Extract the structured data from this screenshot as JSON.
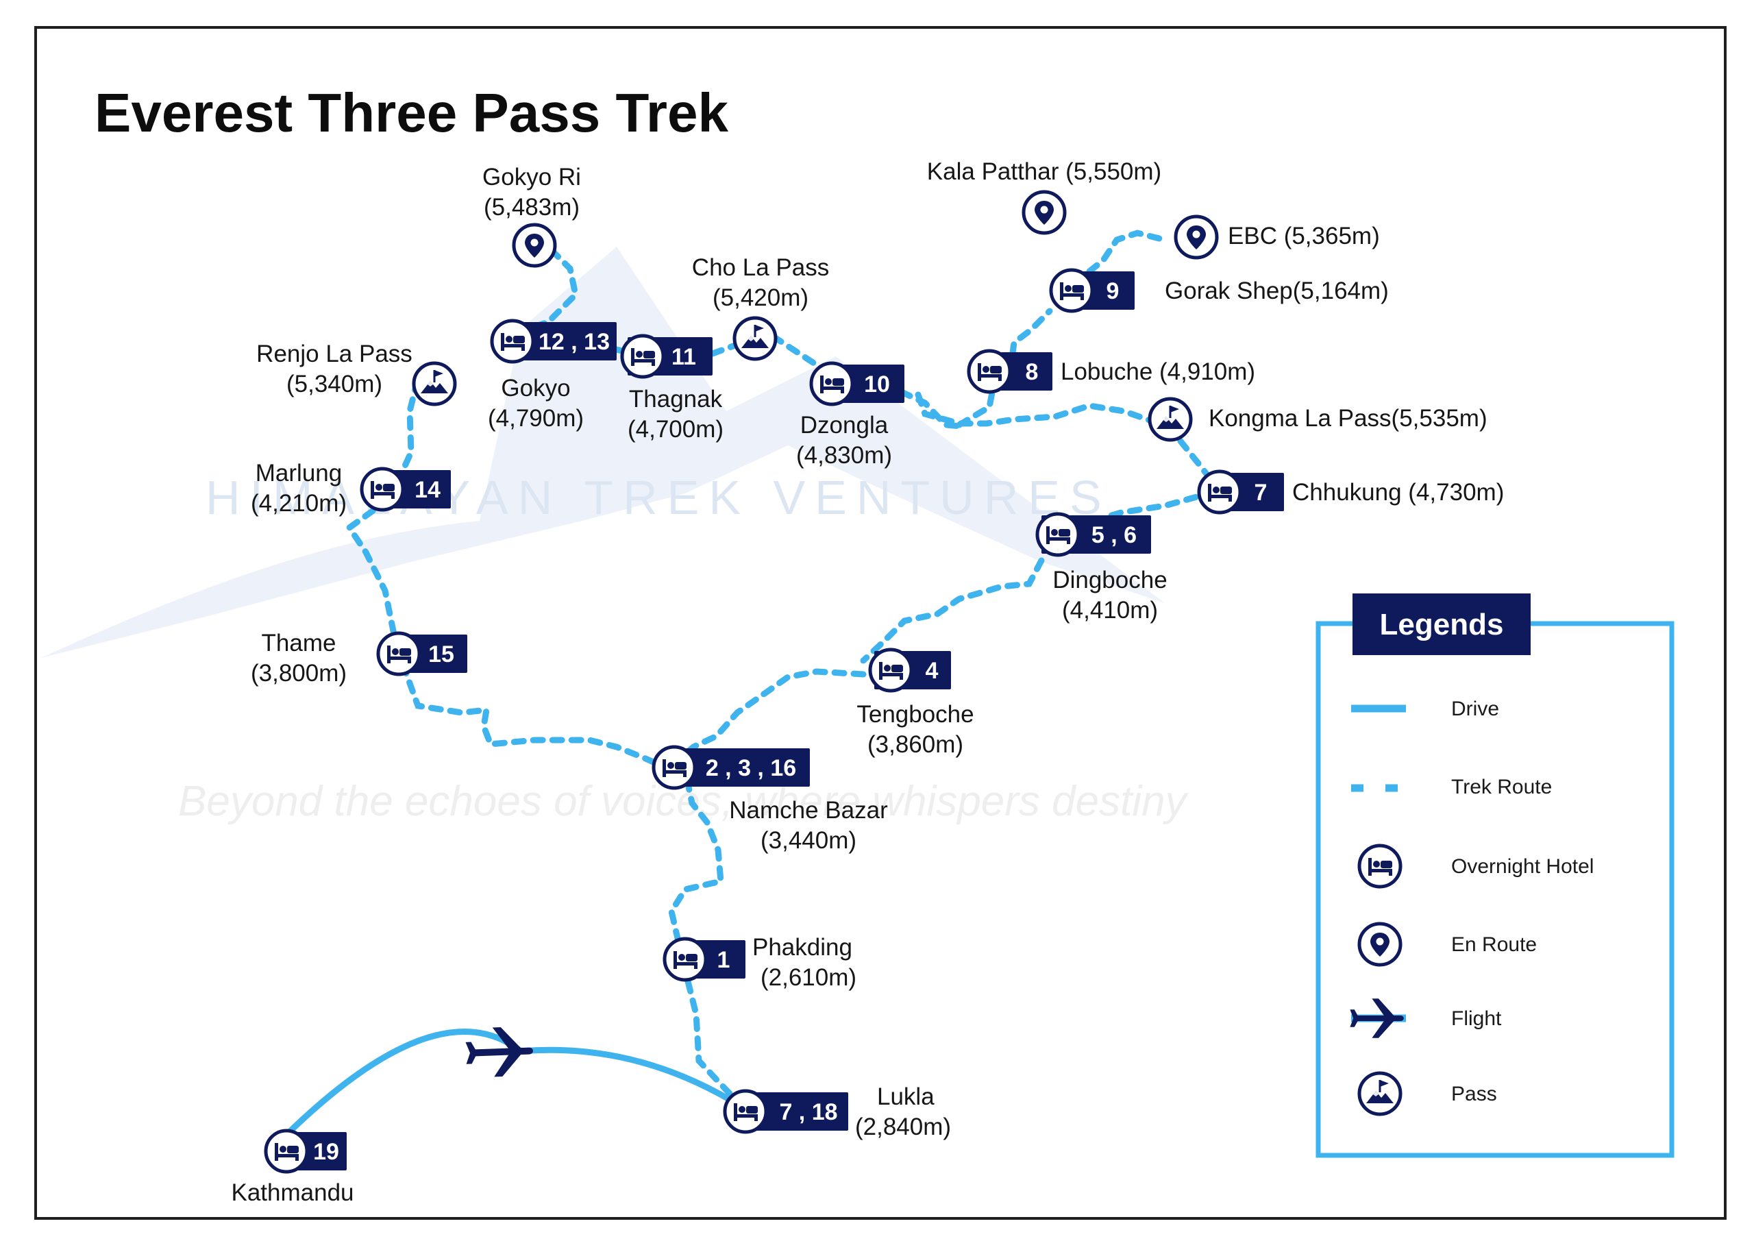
{
  "title": "Everest Three Pass Trek",
  "watermark": {
    "brand": "HIMALAYAN TREK VENTURES",
    "tagline": "Beyond the echoes of voices, where whispers destiny"
  },
  "colors": {
    "navy": "#0f1a5c",
    "route_blue": "#3fb3ee",
    "frame": "#1f1f1f",
    "legend_border": "#3fb3ee"
  },
  "stops": {
    "kathmandu": {
      "badge": "19",
      "name": "Kathmandu",
      "alt": ""
    },
    "lukla": {
      "badge": "7 , 18",
      "name": "Lukla",
      "alt": "(2,840m)"
    },
    "phakding": {
      "badge": "1",
      "name": "Phakding",
      "alt": "(2,610m)"
    },
    "namche": {
      "badge": "2 , 3 , 16",
      "name": "Namche Bazar",
      "alt": "(3,440m)"
    },
    "tengboche": {
      "badge": "4",
      "name": "Tengboche",
      "alt": "(3,860m)"
    },
    "dingboche": {
      "badge": "5 , 6",
      "name": "Dingboche",
      "alt": "(4,410m)"
    },
    "chhukung": {
      "badge": "7",
      "name": "Chhukung (4,730m)",
      "alt": ""
    },
    "lobuche": {
      "badge": "8",
      "name": "Lobuche (4,910m)",
      "alt": ""
    },
    "gorakshep": {
      "badge": "9",
      "name": "Gorak Shep(5,164m)",
      "alt": ""
    },
    "dzongla": {
      "badge": "10",
      "name": "Dzongla",
      "alt": "(4,830m)"
    },
    "thagnak": {
      "badge": "11",
      "name": "Thagnak",
      "alt": "(4,700m)"
    },
    "gokyo": {
      "badge": "12 , 13",
      "name": "Gokyo",
      "alt": "(4,790m)"
    },
    "marlung": {
      "badge": "14",
      "name": "Marlung",
      "alt": "(4,210m)"
    },
    "thame": {
      "badge": "15",
      "name": "Thame",
      "alt": "(3,800m)"
    }
  },
  "landmarks": {
    "kala_patthar": {
      "name": "Kala Patthar (5,550m)",
      "type": "en-route"
    },
    "ebc": {
      "name": "EBC (5,365m)",
      "type": "en-route"
    },
    "gokyo_ri": {
      "name": "Gokyo Ri",
      "alt": "(5,483m)",
      "type": "en-route"
    },
    "cho_la": {
      "name": "Cho La Pass",
      "alt": "(5,420m)",
      "type": "pass"
    },
    "renjo_la": {
      "name": "Renjo La Pass",
      "alt": "(5,340m)",
      "type": "pass"
    },
    "kongma_la": {
      "name": "Kongma La Pass(5,535m)",
      "type": "pass"
    }
  },
  "legend": {
    "title": "Legends",
    "items": [
      {
        "key": "drive",
        "label": "Drive",
        "icon": "solid-line"
      },
      {
        "key": "trek",
        "label": "Trek Route",
        "icon": "dotted-line"
      },
      {
        "key": "hotel",
        "label": "Overnight Hotel",
        "icon": "bed-icon"
      },
      {
        "key": "enroute",
        "label": "En Route",
        "icon": "pin-icon"
      },
      {
        "key": "flight",
        "label": "Flight",
        "icon": "airplane-icon"
      },
      {
        "key": "pass",
        "label": "Pass",
        "icon": "mountain-flag-icon"
      }
    ]
  }
}
